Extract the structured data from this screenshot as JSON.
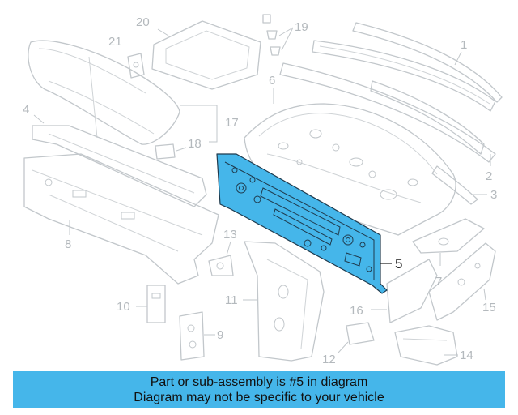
{
  "diagram": {
    "highlighted_part": "5",
    "highlight_color": "#45b6ea",
    "line_color": "#c2c7cb",
    "callouts": [
      "1",
      "2",
      "3",
      "4",
      "5",
      "6",
      "7",
      "8",
      "9",
      "10",
      "11",
      "12",
      "13",
      "14",
      "15",
      "16",
      "17",
      "18",
      "19",
      "20",
      "21"
    ]
  },
  "banner": {
    "line1": "Part or sub-assembly is #5 in diagram",
    "line2": "Diagram may not be specific to your vehicle",
    "background": "#45b6ea"
  }
}
